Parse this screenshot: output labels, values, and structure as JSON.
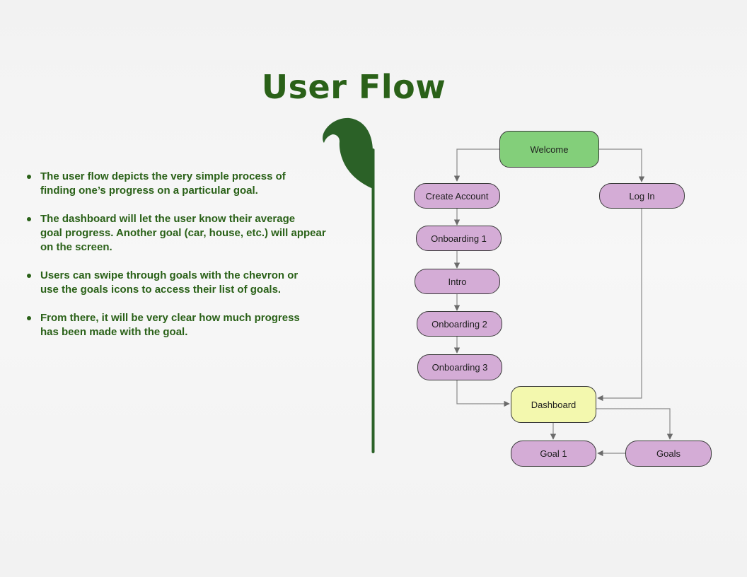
{
  "title": "User Flow",
  "bullets": [
    "The user flow depicts the very simple process of\nfinding one’s progress on a particular goal.",
    "The dashboard will let the user know their average\ngoal progress. Another goal (car, house, etc.) will appear\non the screen.",
    "Users can swipe through goals with the chevron or\nuse the goals icons to access their list of goals.",
    "From there, it will be very clear how much progress\nhas been made with the goal."
  ],
  "flow": {
    "welcome": "Welcome",
    "create_account": "Create Account",
    "log_in": "Log In",
    "onboarding_1": "Onboarding 1",
    "intro": "Intro",
    "onboarding_2": "Onboarding 2",
    "onboarding_3": "Onboarding 3",
    "dashboard": "Dashboard",
    "goal_1": "Goal 1",
    "goals": "Goals"
  },
  "colors": {
    "accent_green": "#2a6118",
    "node_purple": "#d4acd6",
    "node_green": "#83cf7a",
    "node_yellow": "#f3f8ae"
  }
}
